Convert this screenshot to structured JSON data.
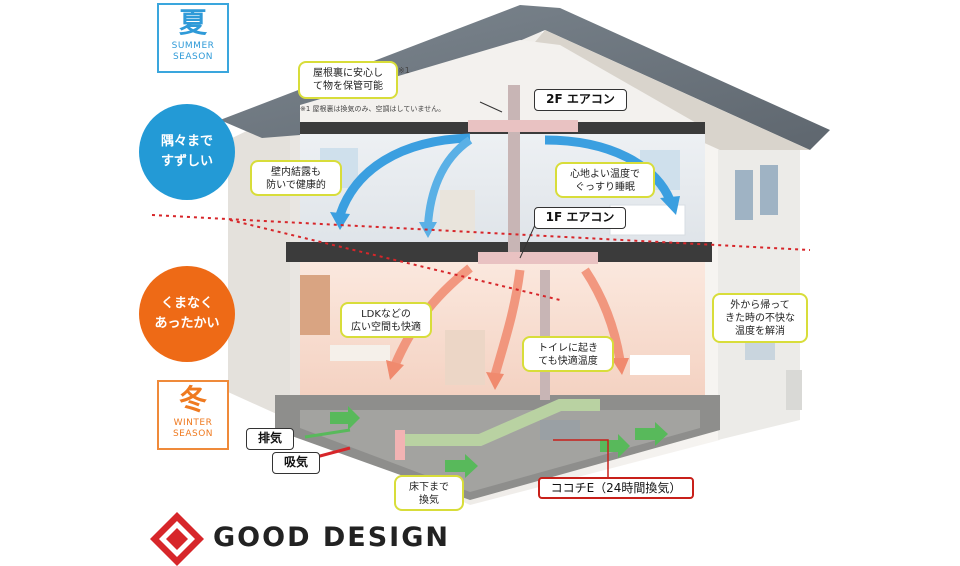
{
  "seasons": {
    "summer": {
      "kanji": "夏",
      "en": "SUMMER\nSEASON"
    },
    "winter": {
      "kanji": "冬",
      "en": "WINTER\nSEASON"
    }
  },
  "badges": {
    "cool": "隅々まで\nすずしい",
    "warm": "くまなく\nあったかい"
  },
  "callouts": {
    "attic": "屋根裏に安心し\nて物を保管可能",
    "attic_mark": "※1",
    "attic_note": "※1 屋根裏は換気のみ、空調はしていません。",
    "condensation": "壁内結露も\n防いで健康的",
    "sleep": "心地よい温度で\nぐっすり睡眠",
    "ldk": "LDKなどの\n広い空間も快適",
    "toilet": "トイレに起き\nても快適温度",
    "returning": "外から帰って\nきた時の不快な\n温度を解消",
    "underfloor": "床下まで\n換気"
  },
  "tags": {
    "ac_2f": "2F エアコン",
    "ac_1f": "1F エアコン",
    "exhaust": "排気",
    "intake": "吸気",
    "system": "ココチE（24時間換気）"
  },
  "logo": {
    "text": "GOOD DESIGN"
  },
  "colors": {
    "cool": "#239ad6",
    "warm": "#ee6a16",
    "callout_border": "#d8dd3a",
    "system_border": "#c8201a",
    "divider": "#d7262a"
  }
}
